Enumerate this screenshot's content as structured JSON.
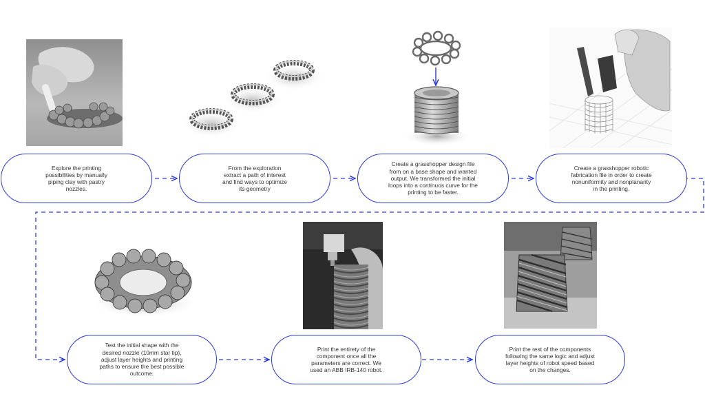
{
  "colors": {
    "connector": "#2a3ad6",
    "pill_border": "#2a3ad6",
    "text": "#333333",
    "clay_dark": "#3c3c3c",
    "clay_mid": "#8a8a8a",
    "clay_light": "#d0d0d0"
  },
  "steps": [
    {
      "id": "step-1",
      "text": "Explore the printing\npossibilities by manually\npiping clay with pastry\nnozzles.",
      "image": "hand-piping-clay-photo"
    },
    {
      "id": "step-2",
      "text": "From the exploration\nextract a path of interest\nand find ways to optimize\nits geometry",
      "image": "ring-geometry-renders"
    },
    {
      "id": "step-3",
      "text": "Create a grasshopper design file\nfrom on a base shape and wanted\noutput. We transformed the initial\nloops into a continuos curve for the\nprinting to be faster.",
      "image": "loop-to-cylinder-render"
    },
    {
      "id": "step-4",
      "text": "Create a grasshopper robotic\nfabrication file in order to create\nnonuniformity and nonplanarity\nin the printing.",
      "image": "robot-simulation-render"
    },
    {
      "id": "step-5",
      "text": "Test the initial shape with the\ndesired nozzle (10mm star tip),\nadjust layer heights and printing\npaths to ensure the best possible\noutcome.",
      "image": "test-ring-print-photo"
    },
    {
      "id": "step-6",
      "text": "Print the entirety of the\ncomponent once all the\nparameters are correct. We\nused an ABB IRB-140 robot.",
      "image": "robot-printing-photo"
    },
    {
      "id": "step-7",
      "text": "Print the rest of the components\nfollowing the same logic and adjust\nlayer heights of robot speed based\non the changes.",
      "image": "twisted-components-photo"
    }
  ]
}
